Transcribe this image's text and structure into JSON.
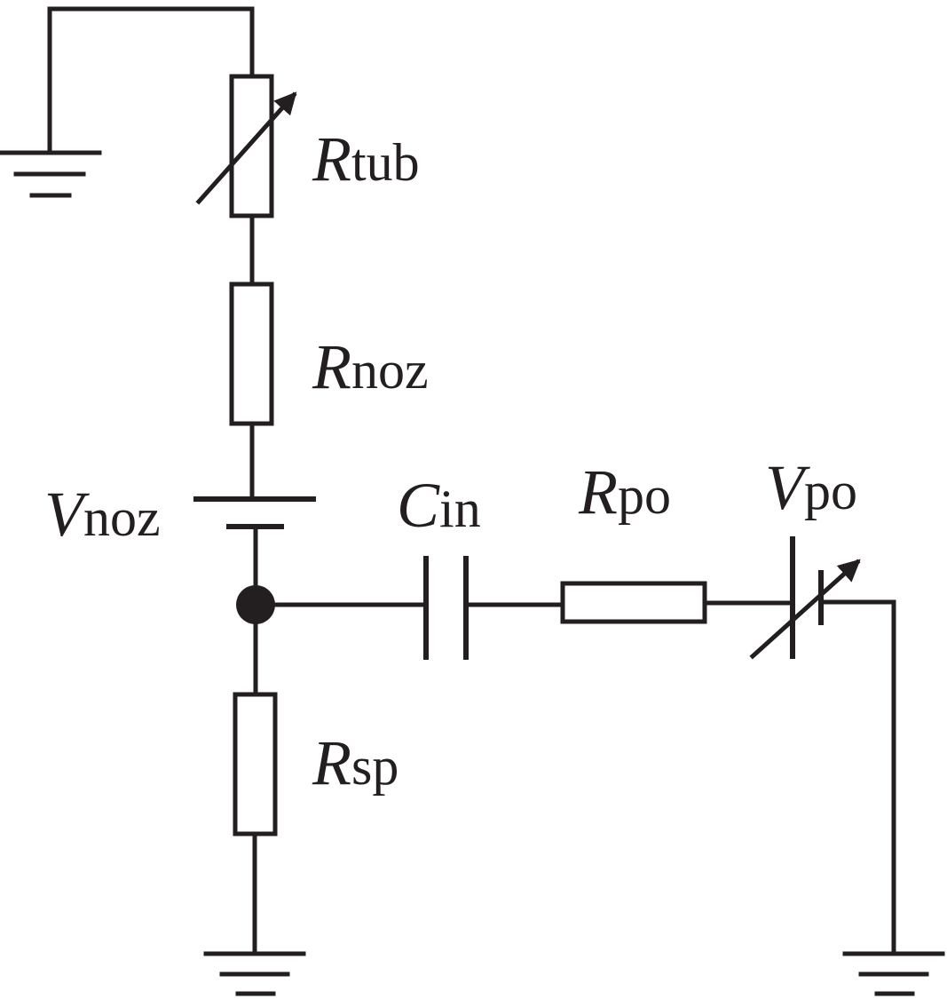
{
  "labels": {
    "r_tub": {
      "main": "R",
      "sub": "tub"
    },
    "r_noz": {
      "main": "R",
      "sub": "noz"
    },
    "v_noz": {
      "main": "V",
      "sub": "noz"
    },
    "c_in": {
      "main": "C",
      "sub": "in"
    },
    "r_po": {
      "main": "R",
      "sub": "po"
    },
    "v_po": {
      "main": "V",
      "sub": "po"
    },
    "r_sp": {
      "main": "R",
      "sub": "sp"
    }
  },
  "colors": {
    "ink": "#231f20",
    "background": "#ffffff"
  }
}
